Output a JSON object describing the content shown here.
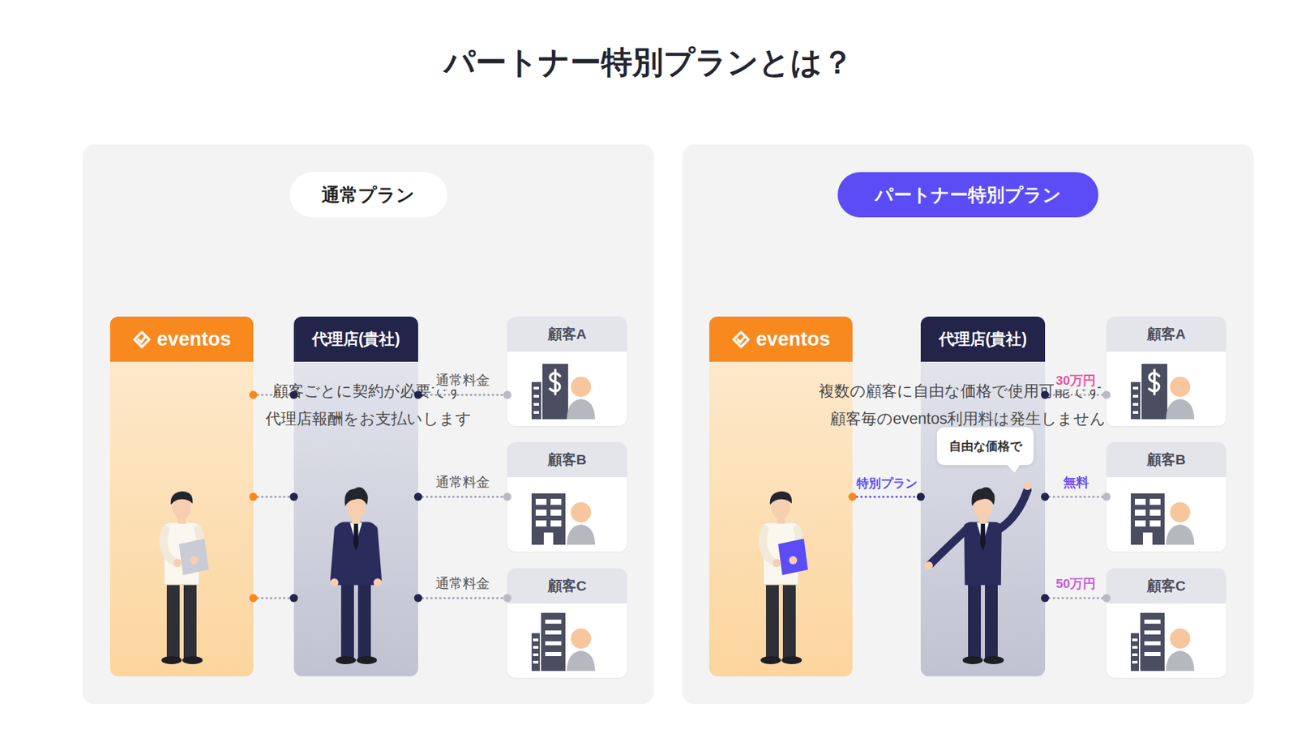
{
  "diagram": {
    "title": "パートナー特別プランとは？",
    "nodes": [
      {
        "text": [
          "顧客ごとに契約が必要です 代理店報酬をお支払いします"
        ]
      },
      {
        "text": [
          "通常プラン"
        ],
        "in": 0
      },
      {
        "text": [
          "eventos"
        ],
        "in": 0
      },
      {
        "text": [
          "代理店(貴社)"
        ],
        "in": 0
      },
      {
        "text": [
          "顧客A"
        ],
        "in": 0
      },
      {
        "text": [
          "顧客B"
        ],
        "in": 0
      },
      {
        "text": [
          "顧客C"
        ],
        "in": 0
      },
      {
        "text": [
          "複数の顧客に自由な価格で使用可能です。 顧客毎のeventos利用料は発生しません"
        ]
      },
      {
        "text": [
          "パートナー特別プラン"
        ],
        "in": 7
      },
      {
        "text": [
          "eventos"
        ],
        "in": 7
      },
      {
        "text": [
          "代理店(貴社)"
        ],
        "in": 7
      },
      {
        "text": [
          "自由な価格で"
        ],
        "in": 10
      },
      {
        "text": [
          "顧客A"
        ],
        "in": 7
      },
      {
        "text": [
          "顧客B"
        ],
        "in": 7
      },
      {
        "text": [
          "顧客C"
        ],
        "in": 7
      }
    ],
    "edges": [
      {
        "from": 2,
        "to": 3,
        "arrow": "none"
      },
      {
        "from": 2,
        "to": 3,
        "arrow": "none"
      },
      {
        "from": 2,
        "to": 3,
        "arrow": "none"
      },
      {
        "from": 3,
        "to": 4,
        "label": "通常料金",
        "arrow": "none"
      },
      {
        "from": 3,
        "to": 5,
        "label": "通常料金",
        "arrow": "none"
      },
      {
        "from": 3,
        "to": 6,
        "label": "通常料金",
        "arrow": "none"
      },
      {
        "from": 9,
        "to": 10,
        "label": "特別プラン",
        "arrow": "none"
      },
      {
        "from": 10,
        "to": 12,
        "label": "30万円",
        "arrow": "none"
      },
      {
        "from": 10,
        "to": 13,
        "label": "無料",
        "arrow": "none"
      },
      {
        "from": 10,
        "to": 14,
        "label": "50万円",
        "arrow": "none"
      }
    ]
  }
}
